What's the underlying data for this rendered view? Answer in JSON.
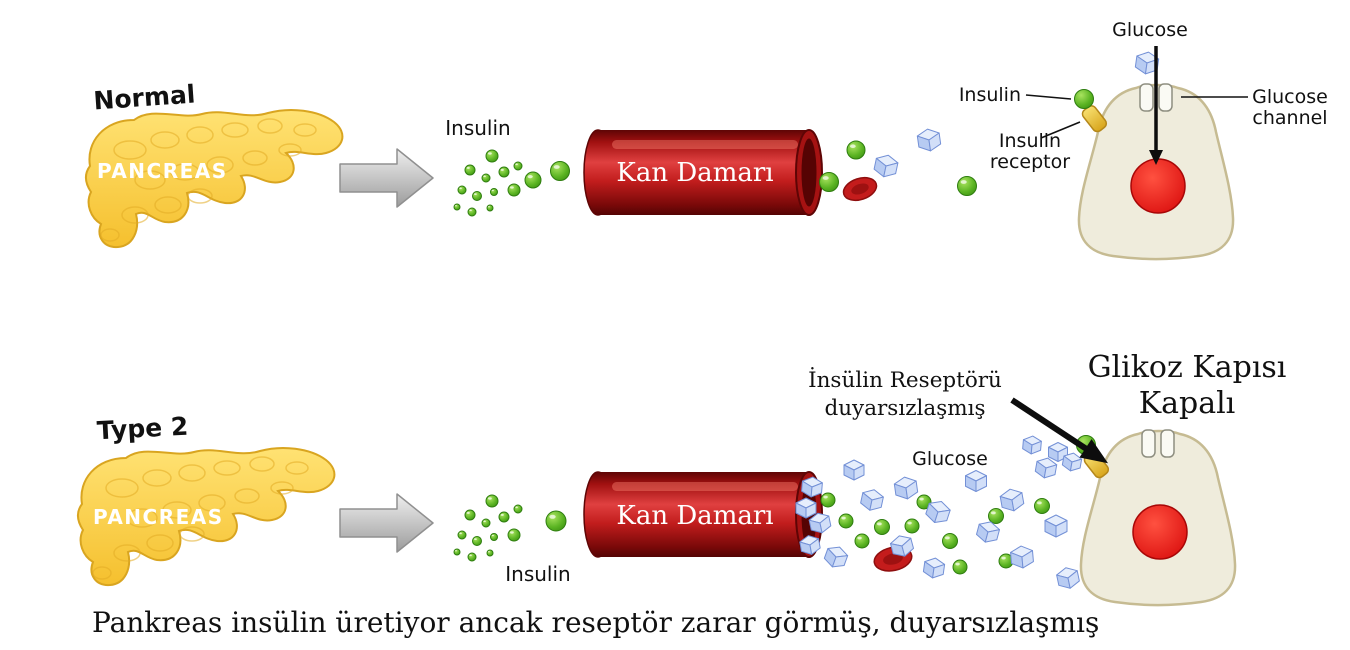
{
  "colors": {
    "background": "#FFFFFF",
    "pancreas": "#F7C83A",
    "vessel_red": "#C21D1D",
    "insulin_green": "#5BB423",
    "glucose_blue": "#C9D8F6",
    "cell_body": "#EFECDC",
    "nucleus_red": "#D90C0C",
    "receptor_gold": "#E2B52E",
    "text": "#111111"
  },
  "normal": {
    "title": "Normal",
    "pancreas": "PANCREAS",
    "insulin_label": "Insulin",
    "vessel_label": "Kan Damarı",
    "glucose_label": "Glucose",
    "insulin_callout": "Insulin",
    "receptor_line1": "Insulin",
    "receptor_line2": "receptor",
    "channel_line1": "Glucose",
    "channel_line2": "channel"
  },
  "type2": {
    "title": "Type 2",
    "pancreas": "PANCREAS",
    "insulin_label": "Insulin",
    "vessel_label": "Kan Damarı",
    "glucose_label": "Glucose",
    "receptor_note_line1": "İnsülin Reseptörü",
    "receptor_note_line2": "duyarsızlaşmış",
    "gate_line1": "Glikoz Kapısı",
    "gate_line2": "Kapalı"
  },
  "caption": "Pankreas insülin üretiyor ancak reseptör zarar görmüş, duyarsızlaşmış"
}
